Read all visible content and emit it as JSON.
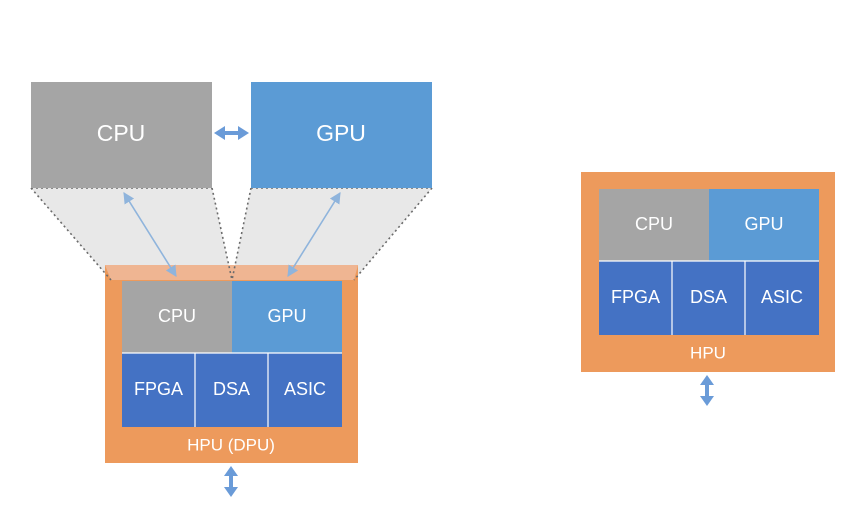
{
  "left": {
    "top_cpu": "CPU",
    "top_gpu": "GPU",
    "inner_cpu": "CPU",
    "inner_gpu": "GPU",
    "fpga": "FPGA",
    "dsa": "DSA",
    "asic": "ASIC",
    "container": "HPU (DPU)"
  },
  "right": {
    "cpu": "CPU",
    "gpu": "GPU",
    "fpga": "FPGA",
    "dsa": "DSA",
    "asic": "ASIC",
    "container": "HPU"
  },
  "colors": {
    "cpu_gray": "#a5a5a5",
    "gpu_light_blue": "#5b9bd5",
    "accelerator_blue": "#4472c4",
    "hpu_orange": "#ed9a5c",
    "trapezoid_fill": "#e6e6e6",
    "band_peach": "#efb592",
    "arrow_blue": "#6a9bd8",
    "link_blue": "#8fb4dc"
  }
}
